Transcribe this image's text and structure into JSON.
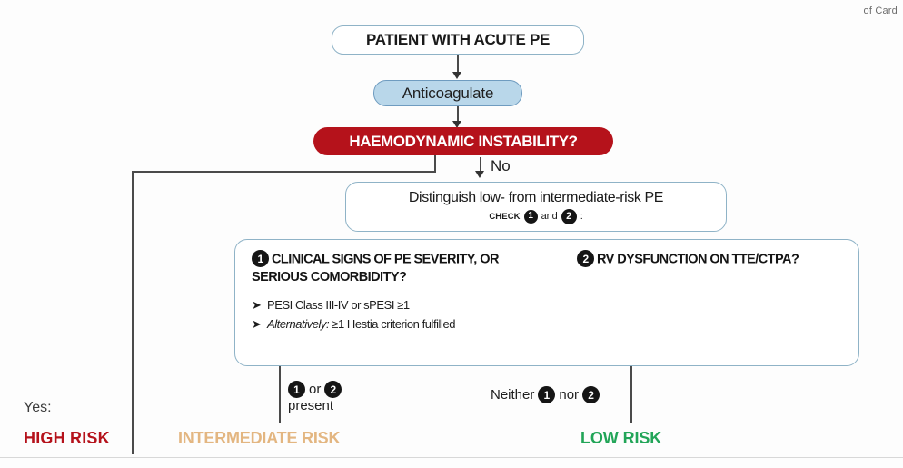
{
  "page": {
    "corner_note": "of Card"
  },
  "nodes": {
    "title": "PATIENT WITH ACUTE PE",
    "anticoagulate": "Anticoagulate",
    "haemodynamic": "HAEMODYNAMIC INSTABILITY?",
    "distinguish": {
      "line1": "Distinguish low- from intermediate-risk PE",
      "check_word": "CHECK",
      "num1": "1",
      "and_word": "and",
      "num2": "2",
      "colon": ":"
    },
    "criteria": {
      "q1_num": "1",
      "q1_text": "CLINICAL SIGNS OF PE SEVERITY, OR SERIOUS COMORBIDITY?",
      "q2_num": "2",
      "q2_text": "RV DYSFUNCTION ON TTE/CTPA?",
      "bullet_mark": "➤",
      "bullet1": "PESI Class III-IV or sPESI ≥1",
      "bullet2_em": "Alternatively:",
      "bullet2_rest": "≥1 Hestia criterion  fulfilled"
    }
  },
  "branches": {
    "no_label": "No",
    "yes_label": "Yes:",
    "intermediate": {
      "num1": "1",
      "or_word": "or",
      "num2": "2",
      "present_word": "present"
    },
    "low": {
      "neither_word": "Neither",
      "num1": "1",
      "nor_word": "nor",
      "num2": "2"
    }
  },
  "outcomes": {
    "high": "HIGH RISK",
    "intermediate": "INTERMEDIATE RISK",
    "low": "LOW RISK"
  },
  "colors": {
    "high_risk": "#b5121b",
    "intermediate_risk": "#e3b681",
    "low_risk": "#22a558",
    "anticoagulate_fill": "#b9d7ea",
    "box_border": "#8fb3c7"
  }
}
